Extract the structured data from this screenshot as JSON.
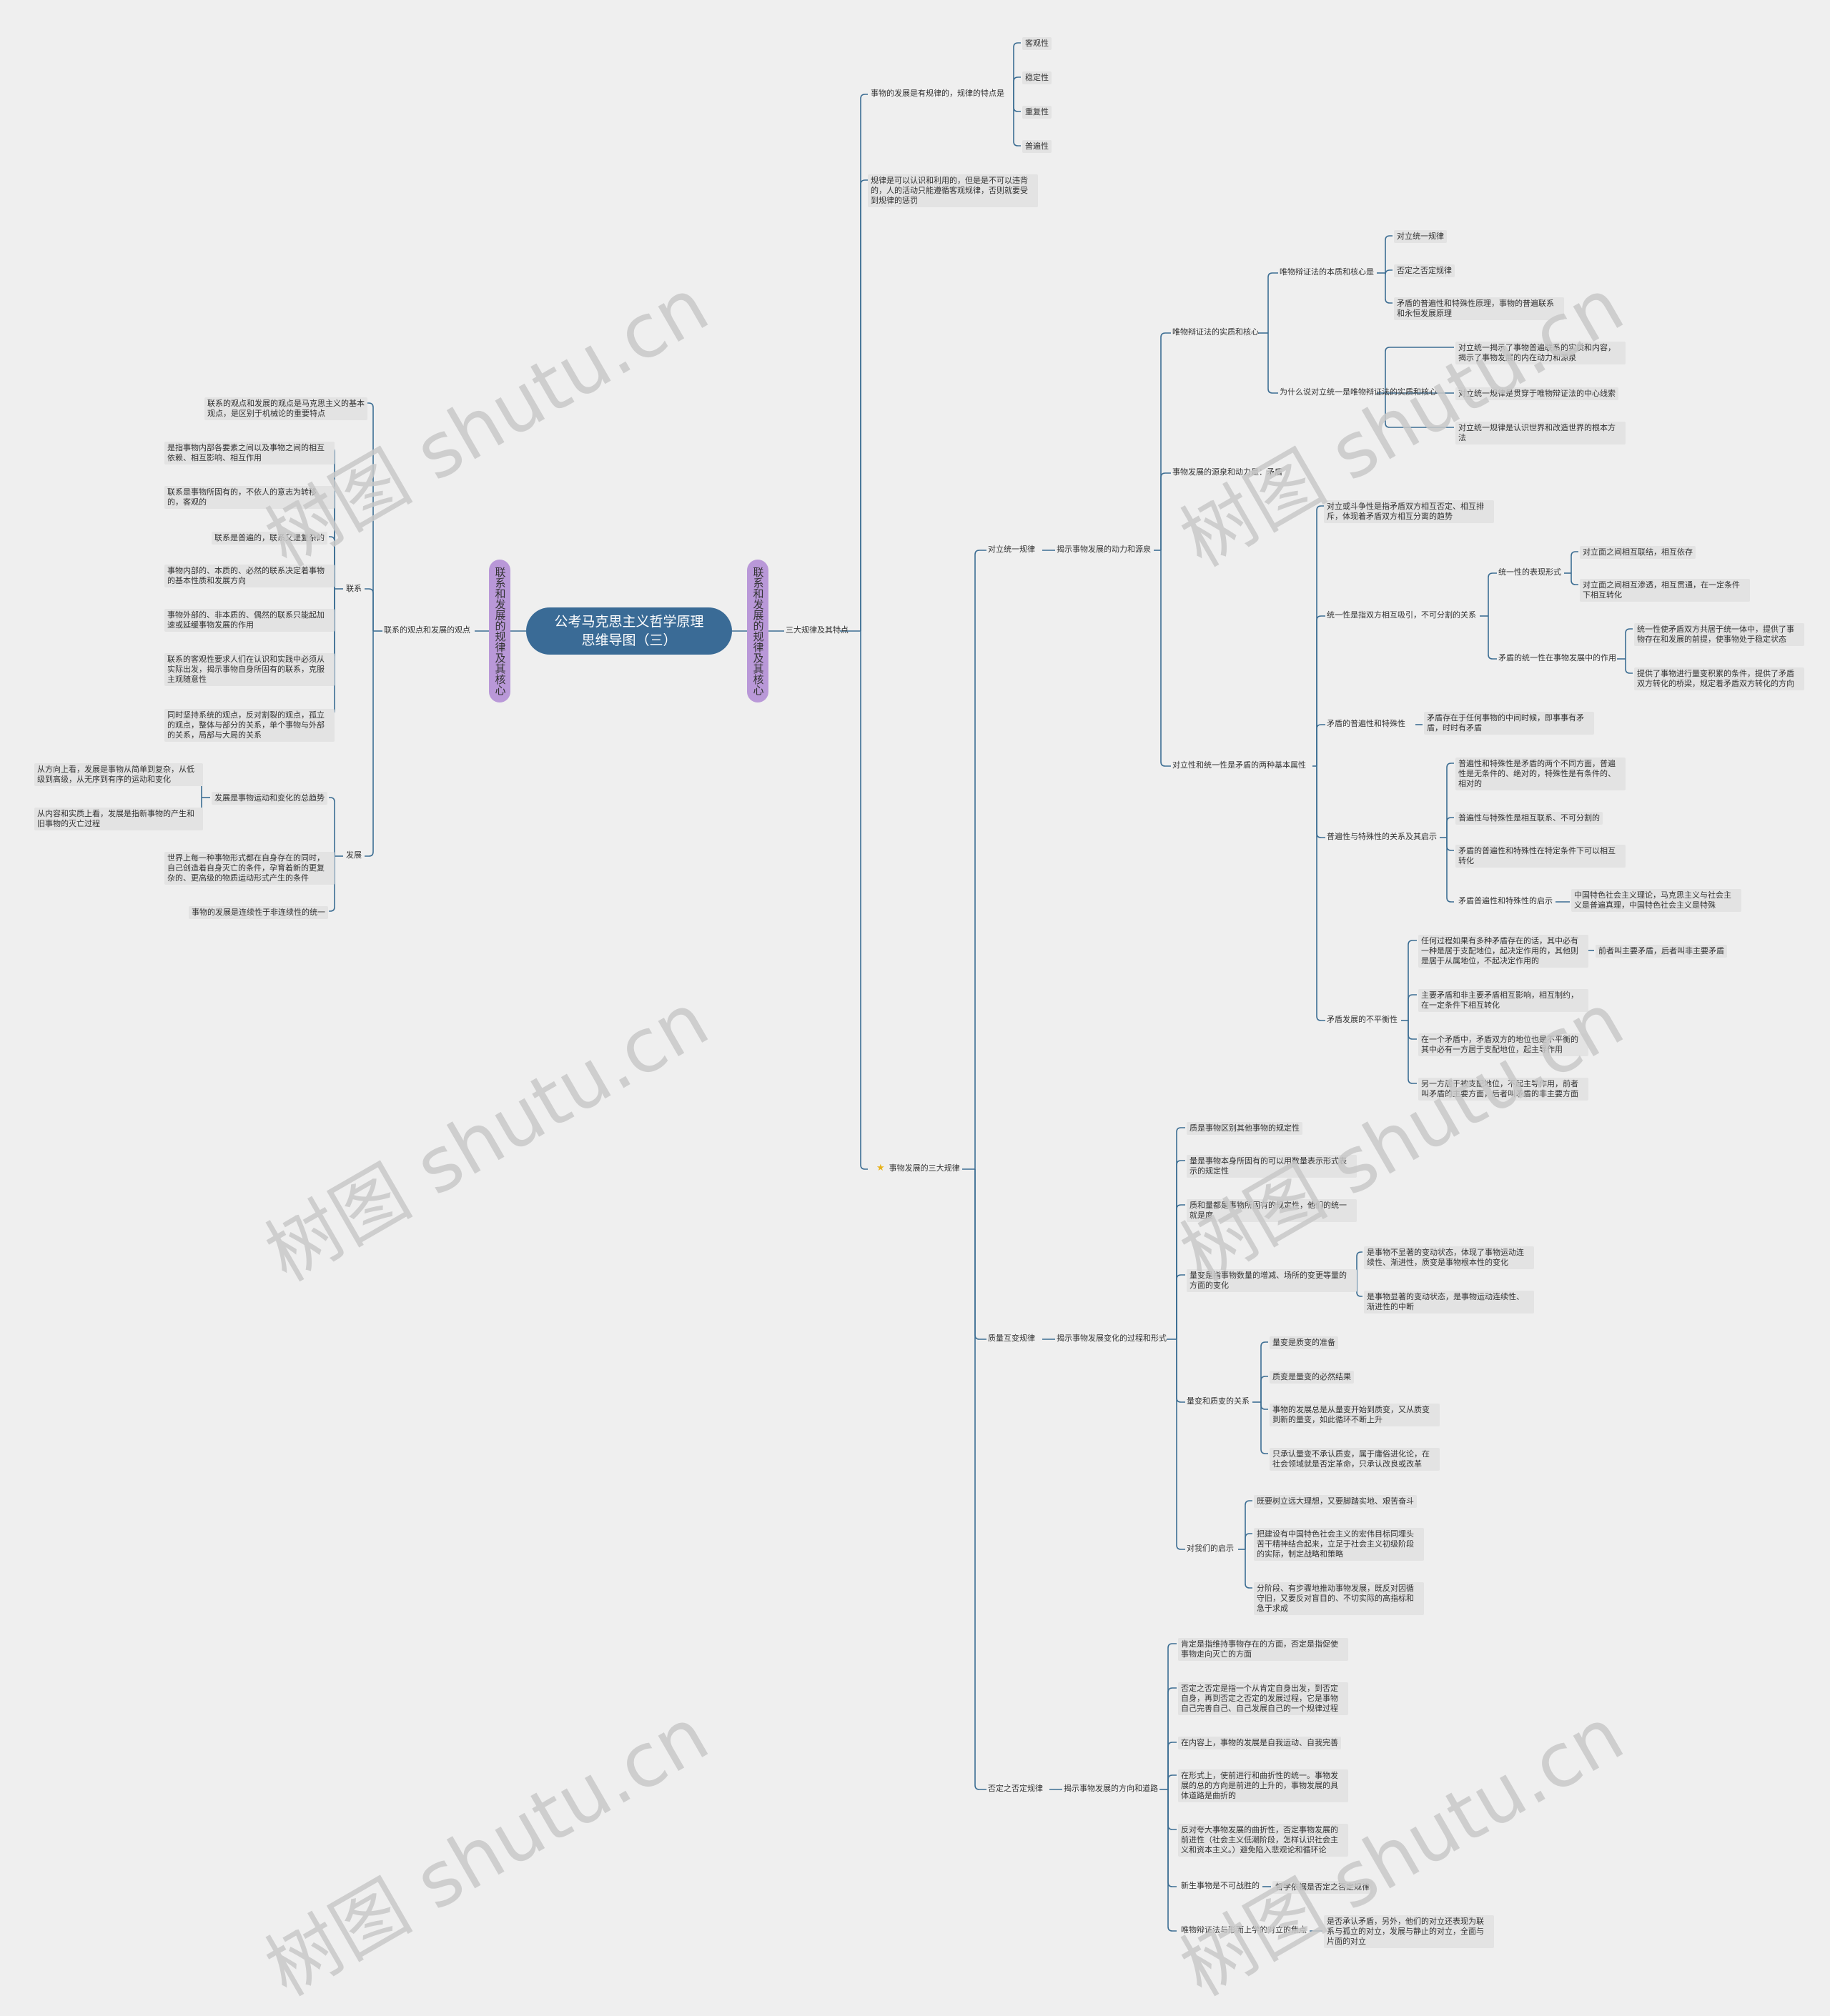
{
  "root": {
    "title": "公考马克思主义哲学原理\n思维导图（三）"
  },
  "left_pill": "联系和发展的规律及其核心",
  "right_pill": "联系和发展的规律及其核心",
  "left": {
    "title": "联系的观点和发展的观点",
    "intro": "联系的观点和发展的观点是马克思主义的基本观点，是区别于机械论的重要特点",
    "lianxi": {
      "label": "联系",
      "items": [
        "是指事物内部各要素之间以及事物之间的相互依赖、相互影响、相互作用",
        "联系是事物所固有的，不依人的意志为转移的，客观的",
        "联系是普遍的，联系又是复杂的",
        "事物内部的、本质的、必然的联系决定着事物的基本性质和发展方向",
        "事物外部的、非本质的、偶然的联系只能起加速或延缓事物发展的作用",
        "联系的客观性要求人们在认识和实践中必须从实际出发，揭示事物自身所固有的联系，克服主观随意性",
        "同时坚持系统的观点，反对割裂的观点，孤立的观点，整体与部分的关系，单个事物与外部的关系，局部与大局的关系"
      ]
    },
    "fazhan": {
      "label": "发展",
      "trend": {
        "label": "发展是事物运动和变化的总趋势",
        "items": [
          "从方向上看，发展是事物从简单到复杂，从低级到高级，从无序到有序的运动和变化",
          "从内容和实质上看，发展是指新事物的产生和旧事物的灭亡过程"
        ]
      },
      "items": [
        "世界上每一种事物形式都在自身存在的同时，自己创造着自身灭亡的条件，孕育着新的更复杂的、更高级的物质运动形式产生的条件",
        "事物的发展是连续性于非连续性的统一"
      ]
    }
  },
  "right": {
    "title": "三大规律及其特点",
    "law_feature": {
      "label": "事物的发展是有规律的，规律的特点是",
      "items": [
        "客观性",
        "稳定性",
        "重复性",
        "普遍性"
      ]
    },
    "law_knowable": "规律是可以认识和利用的，但是是不可以违背的，人的活动只能遵循客观规律，否则就要受到规律的惩罚",
    "three_laws": {
      "label": "事物发展的三大规律",
      "duili": {
        "label": "对立统一规律",
        "reveal": "揭示事物发展的动力和源泉",
        "core": {
          "label": "唯物辩证法的实质和核心",
          "benzhi": {
            "label": "唯物辩证法的本质和核心是",
            "items": [
              "对立统一规律",
              "否定之否定规律",
              "矛盾的普遍性和特殊性原理，事物的普遍联系和永恒发展原理"
            ]
          },
          "why": {
            "label": "为什么说对立统一是唯物辩证法的实质和核心",
            "items": [
              "对立统一揭示了事物普遍联系的实质和内容，揭示了事物发展的内在动力和源泉",
              "对立统一规律是贯穿于唯物辩证法的中心线索",
              "对立统一规律是认识世界和改造世界的根本方法"
            ]
          }
        },
        "source": "事物发展的源泉和动力是：矛盾",
        "attr": {
          "label": "对立性和统一性是矛盾的两种基本属性",
          "struggle": "对立或斗争性是指矛盾双方相互否定、相互排斥，体现着矛盾双方相互分离的趋势",
          "unity": {
            "label": "统一性是指双方相互吸引，不可分割的关系",
            "forms": {
              "label": "统一性的表现形式",
              "items": [
                "对立面之间相互联结，相互依存",
                "对立面之间相互渗透，相互贯通，在一定条件下相互转化"
              ]
            },
            "role": {
              "label": "矛盾的统一性在事物发展中的作用",
              "items": [
                "统一性使矛盾双方共居于统一体中，提供了事物存在和发展的前提，使事物处于稳定状态",
                "提供了事物进行量变积累的条件，提供了矛盾双方转化的桥梁，规定着矛盾双方转化的方向"
              ]
            }
          },
          "universal": {
            "label": "矛盾的普遍性和特殊性",
            "item": "矛盾存在于任何事物的中间时候，即事事有矛盾，时时有矛盾"
          },
          "relation": {
            "label": "普遍性与特殊性的关系及其启示",
            "items": [
              "普遍性和特殊性是矛盾的两个不同方面，普遍性是无条件的、绝对的，特殊性是有条件的、相对的",
              "普遍性与特殊性是相互联系、不可分割的",
              "矛盾的普遍性和特殊性在特定条件下可以相互转化"
            ],
            "insight": {
              "label": "矛盾普遍性和特殊性的启示",
              "item": "中国特色社会主义理论，马克思主义与社会主义是普遍真理，中国特色社会主义是特殊"
            }
          },
          "imbalance": {
            "label": "矛盾发展的不平衡性",
            "first": {
              "label": "任何过程如果有多种矛盾存在的话，其中必有一种是居于支配地位，起决定作用的，其他则是居于从属地位，不起决定作用的",
              "note": "前者叫主要矛盾，后者叫非主要矛盾"
            },
            "items": [
              "主要矛盾和非主要矛盾相互影响，相互制约，在一定条件下相互转化",
              "在一个矛盾中，矛盾双方的地位也是不平衡的其中必有一方居于支配地位，起主导作用",
              "另一方居于被支配地位，不起主导作用，前者叫矛盾的主要方面，后者叫矛盾的非主要方面"
            ]
          }
        }
      },
      "zhiliang": {
        "label": "质量互变规律",
        "reveal": "揭示事物发展变化的过程和形式",
        "items": [
          "质是事物区别其他事物的规定性",
          "量是事物本身所固有的可以用数量表示形式表示的规定性",
          "质和量都是事物所固有的规定性，他们的统一就是度"
        ],
        "change": {
          "label": "量变是指事物数量的增减、场所的变更等量的方面的变化",
          "items": [
            "是事物不显著的变动状态，体现了事物运动连续性、渐进性，质变是事物根本性的变化",
            "是事物显著的变动状态，是事物运动连续性、渐进性的中断"
          ]
        },
        "relation": {
          "label": "量变和质变的关系",
          "items": [
            "量变是质变的准备",
            "质变是量变的必然结果",
            "事物的发展总是从量变开始到质变，又从质变到新的量变，如此循环不断上升",
            "只承认量变不承认质变，属于庸俗进化论，在社会领域就是否定革命，只承认改良或改革"
          ]
        },
        "insight": {
          "label": "对我们的启示",
          "items": [
            "既要树立远大理想，又要脚踏实地、艰苦奋斗",
            "把建设有中国特色社会主义的宏伟目标同埋头苦干精神结合起来，立足于社会主义初级阶段的实际，制定战略和策略",
            "分阶段、有步骤地推动事物发展，既反对因循守旧，又要反对盲目的、不切实际的高指标和急于求成"
          ]
        }
      },
      "fouding": {
        "label": "否定之否定规律",
        "reveal": "揭示事物发展的方向和道路",
        "items": [
          "肯定是指维持事物存在的方面，否定是指促使事物走向灭亡的方面",
          "否定之否定是指一个从肯定自身出发，到否定自身，再到否定之否定的发展过程，它是事物自己完善自己、自己发展自己的一个规律过程",
          "在内容上，事物的发展是自我运动、自我完善",
          "在形式上，使前进行和曲折性的统一。事物发展的总的方向是前进的上升的，事物发展的具体道路是曲折的",
          "反对夸大事物发展的曲折性，否定事物发展的前进性（社会主义低潮阶段，怎样认识社会主义和资本主义。）避免陷入悲观论和循环论"
        ],
        "newthing": {
          "label": "新生事物是不可战胜的",
          "item": "哲学依据是否定之否定规律"
        },
        "opposition": {
          "label": "唯物辩证法与形而上学的对立的焦点",
          "item": "是否承认矛盾，另外，他们的对立还表现为联系与孤立的对立，发展与静止的对立，全面与片面的对立"
        }
      }
    }
  },
  "watermark": "树图 shutu.cn",
  "colors": {
    "line": "#3d6e93",
    "root": "#3a6b96",
    "pill": "#b998d8",
    "background": "#efefef",
    "node_box": "#e3e3e3"
  }
}
